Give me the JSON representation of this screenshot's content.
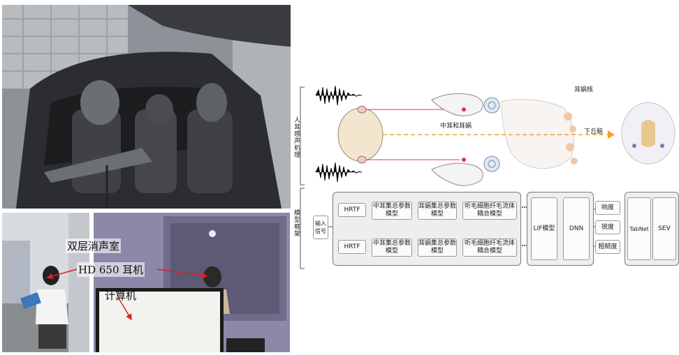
{
  "photos": {
    "car": {
      "description_icon": "car-mannequin-photo"
    },
    "booth": {
      "label_room": "双层消声室",
      "label_headphone": "HD 650 耳机"
    },
    "control": {
      "label_computer": "计算机"
    }
  },
  "diagram": {
    "sections": {
      "top": "人耳感声机理",
      "bottom": "模型框架"
    },
    "top_labels": {
      "middle_ear": "中耳和耳蜗",
      "cochlear_nucleus": "耳蜗核",
      "inferior_colliculus": "下丘脑"
    },
    "input": "输入信号",
    "rows": [
      {
        "hrtf": "HRTF",
        "mid": "中耳集总参数模型",
        "coch": "耳蜗集总参数模型",
        "hair": "听毛细胞纤毛流体耦合模型"
      },
      {
        "hrtf": "HRTF",
        "mid": "中耳集总参数模型",
        "coch": "耳蜗集总参数模型",
        "hair": "听毛细胞纤毛流体耦合模型"
      }
    ],
    "lif": "LIF模型",
    "dnn": "DNN",
    "metrics": [
      "响度",
      "锐度",
      "粗糙度"
    ],
    "tabnet": "TabNet",
    "sev": "SEV"
  },
  "colors": {
    "pink_line": "#e0298e",
    "dashed_arrow": "#f0a030",
    "panel_bg": "#eeeeee"
  }
}
